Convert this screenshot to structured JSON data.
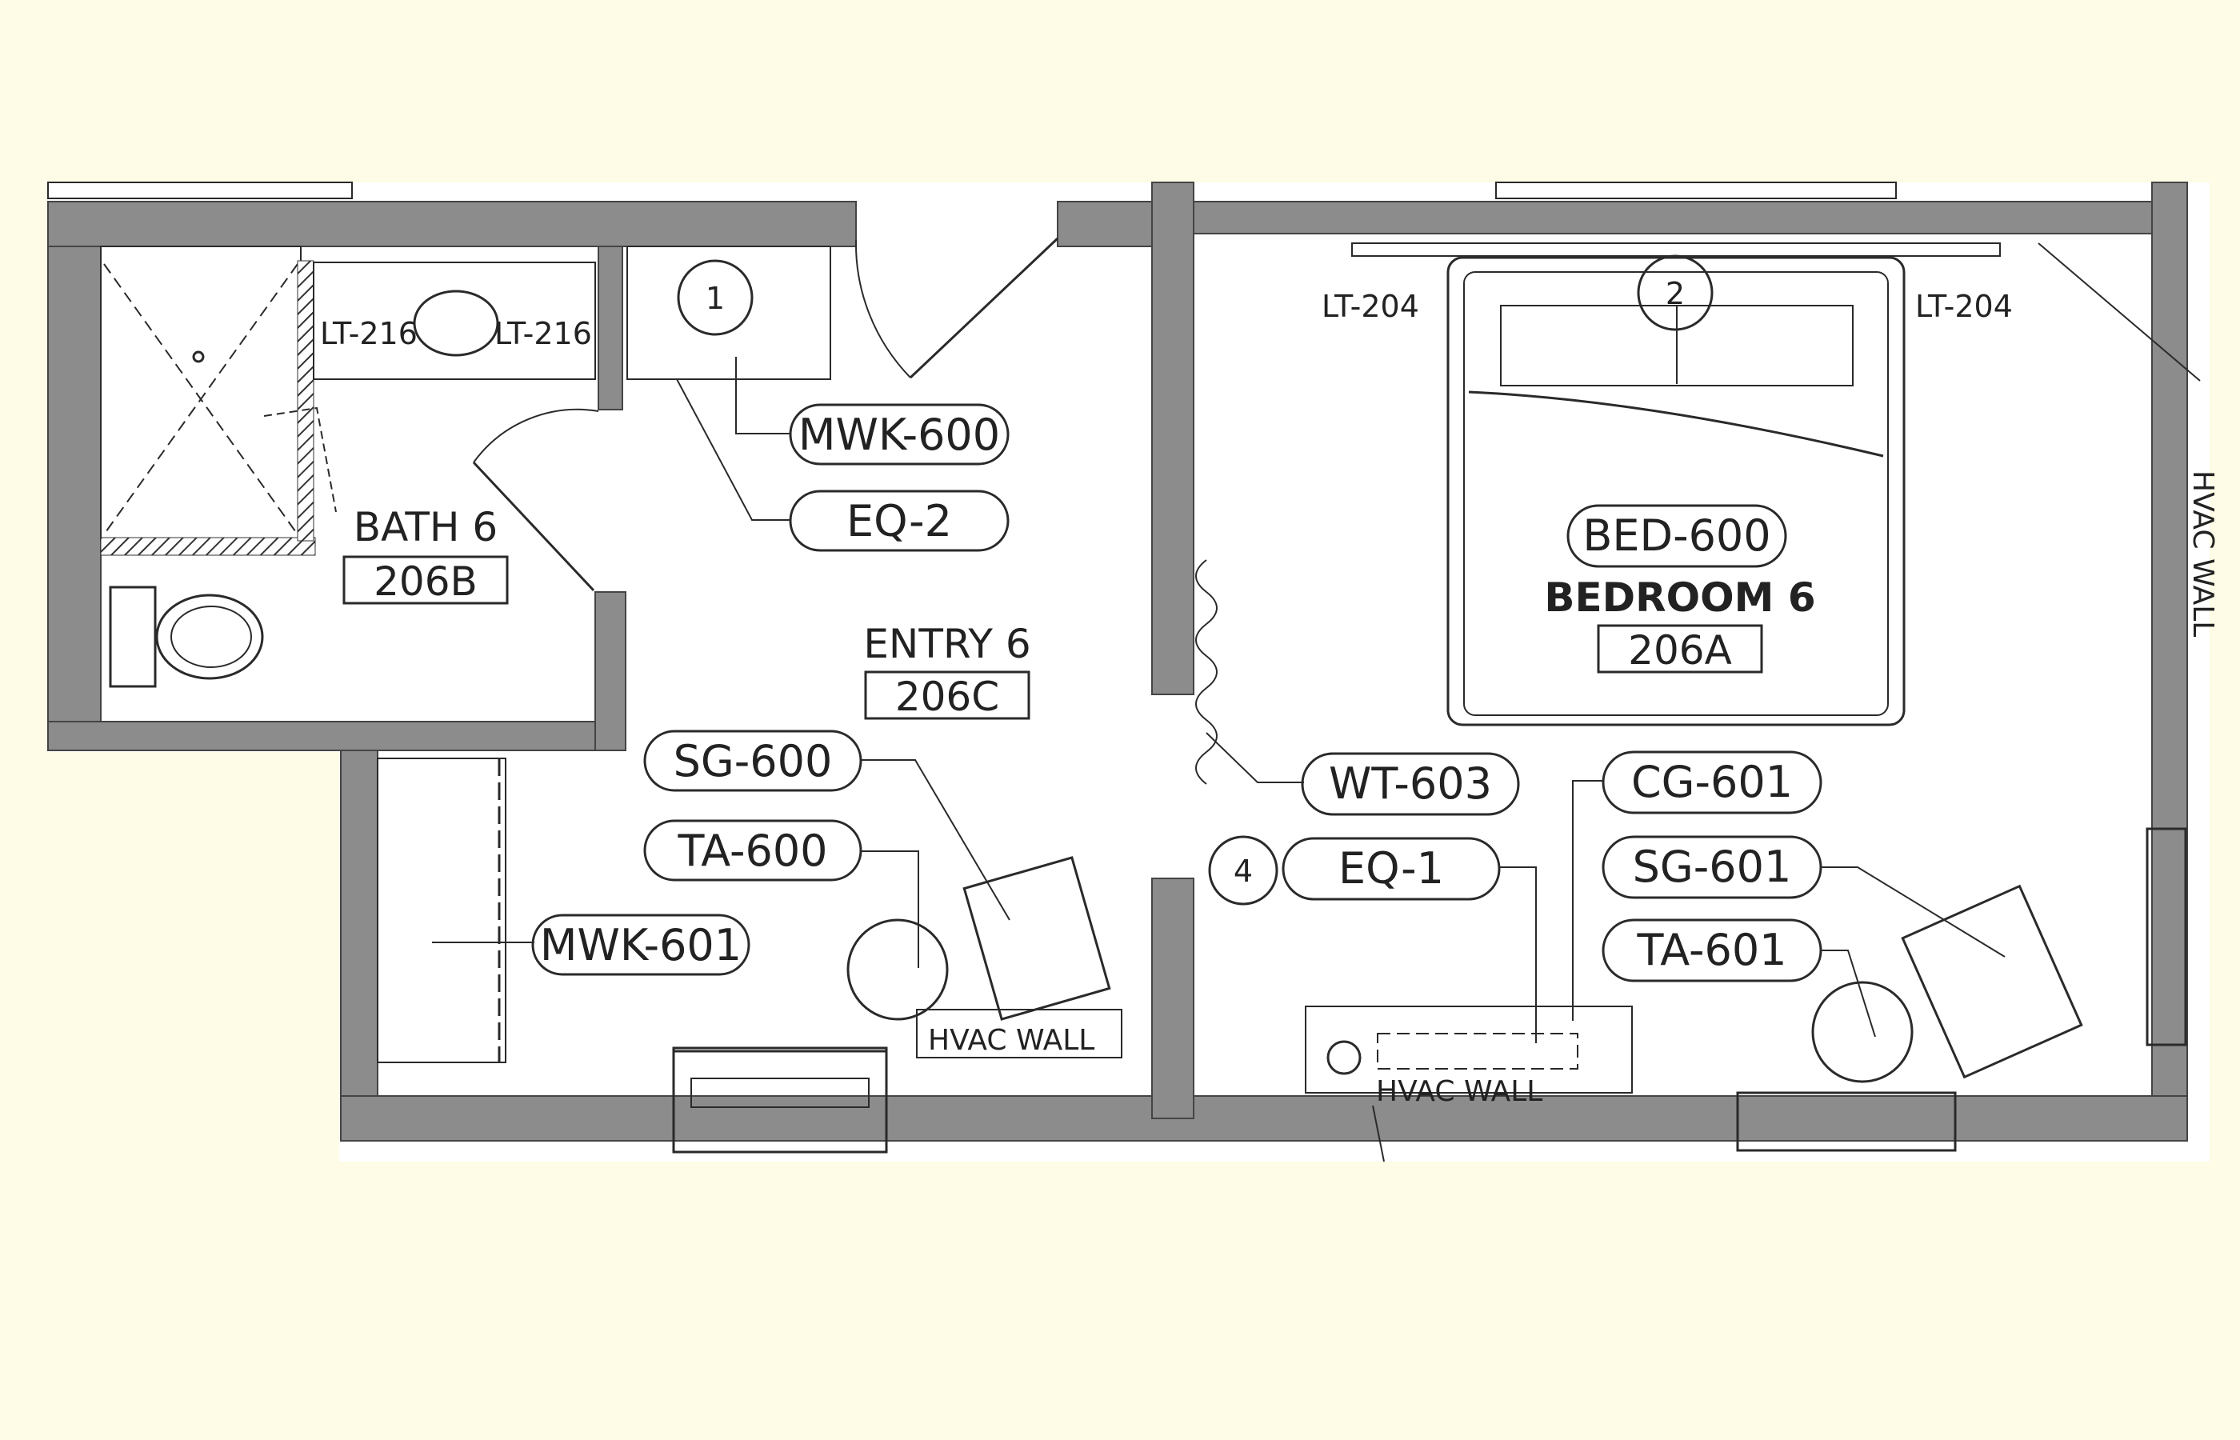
{
  "rooms": {
    "bath": {
      "name": "BATH 6",
      "number": "206B"
    },
    "entry": {
      "name": "ENTRY 6",
      "number": "206C"
    },
    "bedroom": {
      "name": "BEDROOM 6",
      "number": "206A"
    }
  },
  "tags": {
    "mwk600": "MWK-600",
    "eq2": "EQ-2",
    "sg600": "SG-600",
    "ta600": "TA-600",
    "mwk601": "MWK-601",
    "wt603": "WT-603",
    "eq1": "EQ-1",
    "cg601": "CG-601",
    "sg601": "SG-601",
    "ta601": "TA-601",
    "bed600": "BED-600"
  },
  "fixtures": {
    "lt216_left": "LT-216",
    "lt216_right": "LT-216",
    "lt204_left": "LT-204",
    "lt204_right": "LT-204",
    "hvac_entry": "HVAC WALL",
    "hvac_bed": "HVAC WALL",
    "hvac_side": "HVAC WALL"
  },
  "callouts": {
    "c1": "1",
    "c2": "2",
    "c4": "4"
  },
  "colors": {
    "background": "#fefce6",
    "wall": "#8c8c8c",
    "line": "#2a2a2a"
  }
}
